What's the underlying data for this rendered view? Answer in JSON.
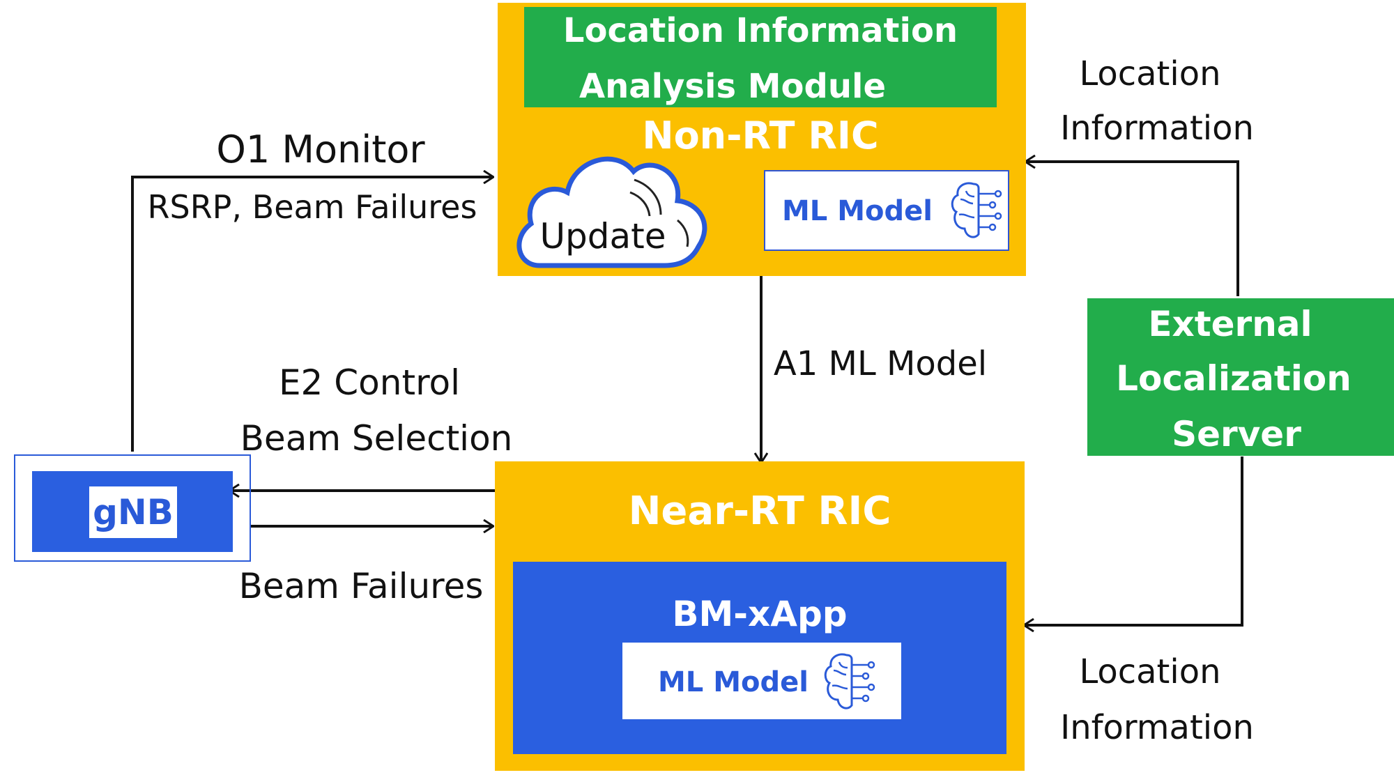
{
  "colors": {
    "ric_yellow": "#fbbf00",
    "module_green": "#22ad4b",
    "server_green": "#22ad4b",
    "xapp_blue": "#2a5fe0",
    "gnb_blue": "#2a5fe0",
    "arrow": "#111111"
  },
  "non_rt_ric": {
    "module_title_line1": "Location Information",
    "module_title_line2": "Analysis Module",
    "title": "Non-RT RIC",
    "update_label": "Update",
    "ml_model_label": "ML Model"
  },
  "near_rt_ric": {
    "title": "Near-RT RIC",
    "xapp_title": "BM-xApp",
    "ml_model_label": "ML Model"
  },
  "gnb": {
    "label": "gNB"
  },
  "external_server": {
    "line1": "External",
    "line2": "Localization",
    "line3": "Server"
  },
  "edges": {
    "o1_monitor": "O1 Monitor",
    "o1_payload": "RSRP, Beam Failures",
    "a1_ml_model": "A1 ML Model",
    "e2_control": "E2 Control",
    "e2_payload": "Beam Selection",
    "beam_failures": "Beam Failures",
    "location_top_line1": "Location",
    "location_top_line2": "Information",
    "location_bottom_line1": "Location",
    "location_bottom_line2": "Information"
  }
}
